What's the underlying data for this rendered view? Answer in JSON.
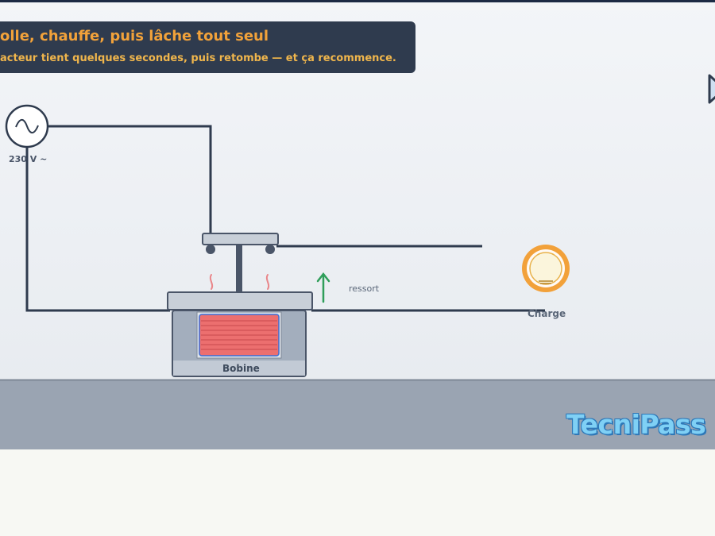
{
  "banner": {
    "title": "olle, chauffe, puis lâche tout seul",
    "subtitle": "acteur tient quelques secondes, puis retombe — et ça recommence."
  },
  "source": {
    "label": "230 V ~"
  },
  "coil": {
    "label": "Bobine"
  },
  "spring": {
    "label": "ressort"
  },
  "load": {
    "label": "Charge"
  },
  "brand": {
    "logo": "TecniPass"
  },
  "colors": {
    "banner_bg": "#2f3b4e",
    "title": "#f2a23a",
    "wire": "#2f3b4e",
    "coil": "#ec6f6f",
    "spring_arrow": "#2f9e5a",
    "lamp": "#f2a13a",
    "ground": "#9aa4b2",
    "logo": "#7fd0f5"
  },
  "icons": [
    "ac-source-icon",
    "lamp-icon",
    "play-icon",
    "up-arrow-icon",
    "heat-wave-icon"
  ]
}
